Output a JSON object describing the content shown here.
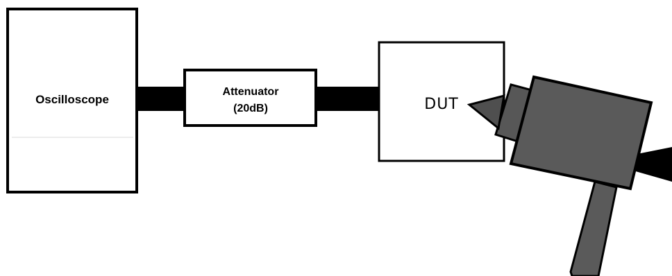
{
  "diagram": {
    "blocks": {
      "oscilloscope": {
        "label": "Oscilloscope"
      },
      "attenuator": {
        "label_line1": "Attenuator",
        "label_line2": "(20dB)"
      },
      "dut": {
        "label": "DUT"
      }
    },
    "icons": {
      "probe": "esd-gun-probe-icon"
    },
    "colors": {
      "line": "#000000",
      "box_fill": "#ffffff",
      "probe_fill": "#5a5a5a",
      "probe_tip": "#4f4f4f"
    }
  }
}
